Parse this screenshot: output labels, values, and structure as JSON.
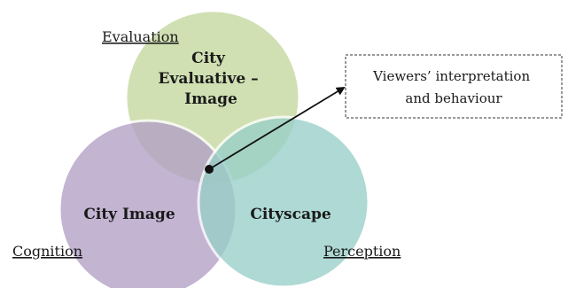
{
  "circles": {
    "evaluative": {
      "label_lines": [
        "City",
        "Evaluative –",
        "Image"
      ],
      "color": "#c4d89e"
    },
    "image": {
      "label": "City Image",
      "color": "#b3a0c6"
    },
    "cityscape": {
      "label": "Cityscape",
      "color": "#98cfc8"
    }
  },
  "domains": {
    "evaluation": "Evaluation",
    "cognition": "Cognition",
    "perception": "Perception"
  },
  "callout": {
    "lines": [
      "Viewers’ interpretation",
      "and behaviour"
    ]
  }
}
